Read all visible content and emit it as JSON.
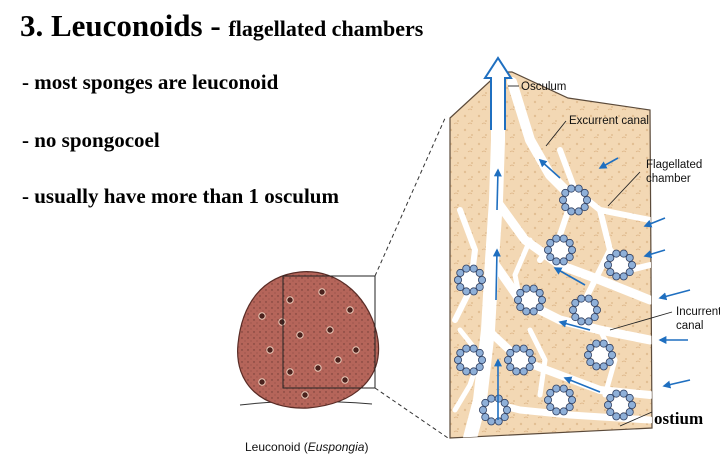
{
  "slide": {
    "title_main": "3. Leuconoids - ",
    "title_sub": "flagellated chambers",
    "bullets": [
      "- most sponges are leuconoid",
      "- no spongocoel",
      "- usually have more than 1 osculum"
    ]
  },
  "diagram": {
    "labels": {
      "osculum": "Osculum",
      "excurrent_canal": "Excurrent canal",
      "flagellated_chamber_1": "Flagellated",
      "flagellated_chamber_2": "chamber",
      "incurrent_canal_1": "Incurrent",
      "incurrent_canal_2": "canal",
      "ostium": "ostium"
    },
    "caption_prefix": "Leuconoid (",
    "caption_species": "Euspongia",
    "caption_suffix": ")"
  },
  "colors": {
    "tissue": "#f3d8b4",
    "canal": "#ffffff",
    "water_arrow": "#1f6fc0",
    "chamber_cells": "#8fb0d8",
    "sponge_body": "#b5655a"
  }
}
